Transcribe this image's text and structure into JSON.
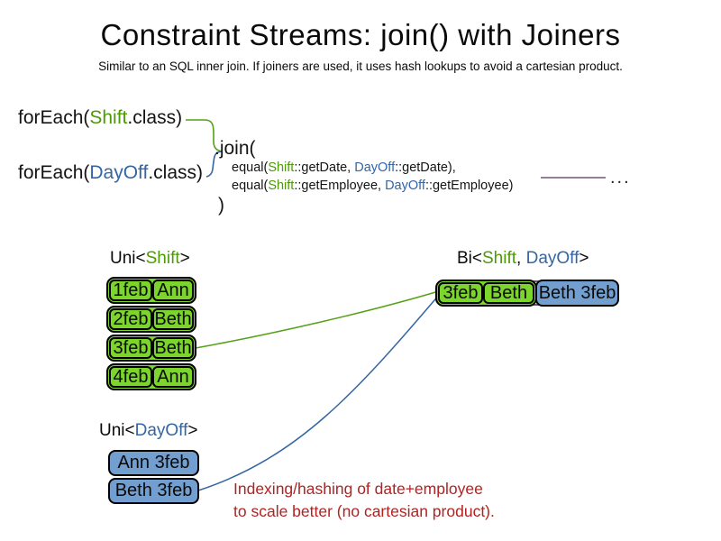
{
  "title": "Constraint Streams: join() with Joiners",
  "subtitle": "Similar to an SQL inner join. If joiners are used, it uses hash lookups to avoid a cartesian product.",
  "colors": {
    "shift_green_text": "#4e9a06",
    "dayoff_blue_text": "#3465a4",
    "employee_orange_text": "#ce5c00",
    "note_red": "#b22222",
    "joiner_purple": "#75507b",
    "shift_box_fill": "#7cd52d",
    "dayoff_box_fill": "#729fcf",
    "box_border": "#000000"
  },
  "code": {
    "foreach_shift": {
      "pre": "forEach(",
      "class_name": "Shift",
      "post": ".class)"
    },
    "foreach_dayoff": {
      "pre": "forEach(",
      "class_name": "DayOff",
      "post": ".class)"
    },
    "join_open": ".join(",
    "joiner1": {
      "pre": "equal(",
      "left": "Shift",
      "mid": "::getDate, ",
      "right": "DayOff",
      "post": "::getDate),"
    },
    "joiner2": {
      "pre": "equal(",
      "left": "Shift",
      "mid": "::getEmployee, ",
      "right": "DayOff",
      "post": "::getEmployee)"
    },
    "join_close": ")",
    "ellipsis": "..."
  },
  "uni_shift": {
    "label": {
      "pre": "Uni<",
      "class_name": "Shift",
      "post": ">"
    },
    "rows": [
      {
        "date": "1feb",
        "employee": "Ann"
      },
      {
        "date": "2feb",
        "employee": "Beth"
      },
      {
        "date": "3feb",
        "employee": "Beth"
      },
      {
        "date": "4feb",
        "employee": "Ann"
      }
    ]
  },
  "uni_dayoff": {
    "label": {
      "pre": "Uni<",
      "class_name": "DayOff",
      "post": ">"
    },
    "rows": [
      {
        "value": "Ann 3feb"
      },
      {
        "value": "Beth 3feb"
      }
    ]
  },
  "bi": {
    "label": {
      "pre": "Bi<",
      "shift": "Shift",
      "sep": ", ",
      "dayoff": "DayOff",
      "post": ">"
    },
    "row": {
      "date": "3feb",
      "employee": "Beth",
      "dayoff": "Beth 3feb"
    }
  },
  "note": {
    "line1": "Indexing/hashing of date+employee",
    "line2": "to scale better (no cartesian product)."
  }
}
